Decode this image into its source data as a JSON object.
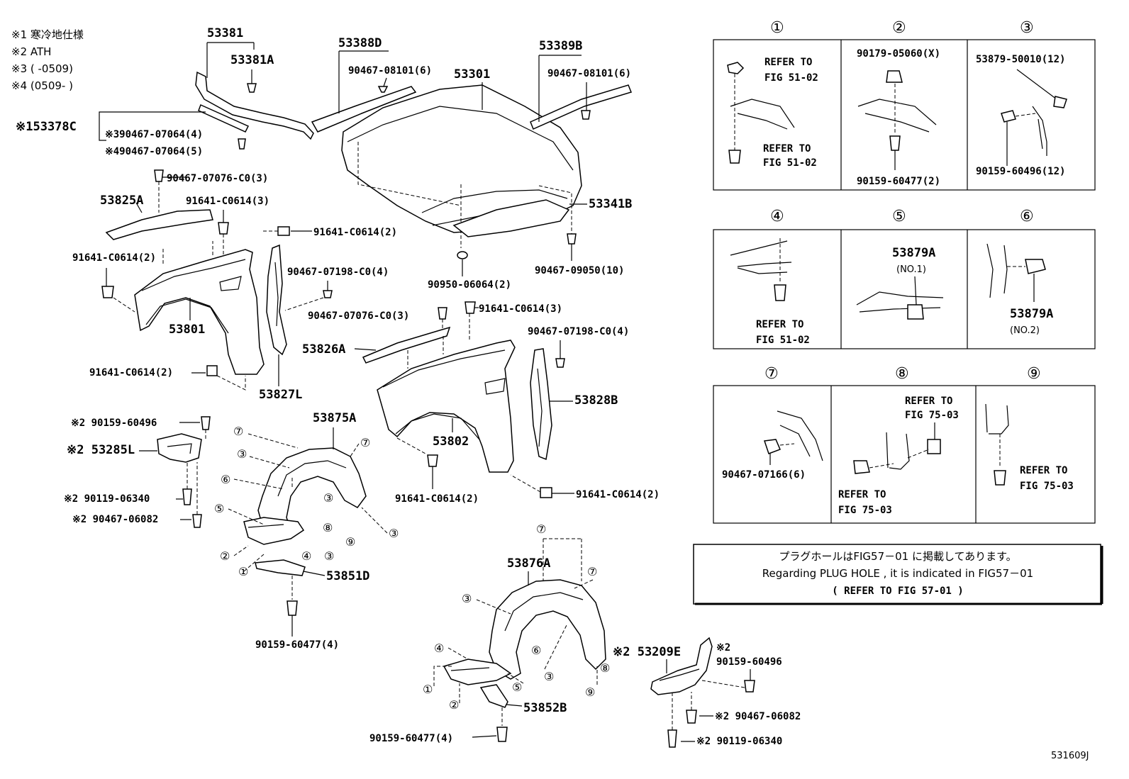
{
  "notes": [
    "※1 寒冷地仕様",
    "※2 ATH",
    "※3 (      -0509)",
    "※4 (0509-      )"
  ],
  "parts": {
    "p53381": "53381",
    "p53381A": "53381A",
    "p53378C": "※153378C",
    "p90467_07064_4": "※390467-07064(4)",
    "p90467_07064_5": "※490467-07064(5)",
    "p53388D": "53388D",
    "p90467_08101_a": "90467-08101(6)",
    "p53301": "53301",
    "p53389B": "53389B",
    "p90467_08101_b": "90467-08101(6)",
    "p90467_07076_C0_3a": "90467-07076-C0(3)",
    "p53825A": "53825A",
    "p91641_C0614_3a": "91641-C0614(3)",
    "p91641_C0614_2a": "91641-C0614(2)",
    "p53341B": "53341B",
    "p91641_C0614_2b": "91641-C0614(2)",
    "p90467_07198_C0_4a": "90467-07198-C0(4)",
    "p90467_09050": "90467-09050(10)",
    "p90950_06064": "90950-06064(2)",
    "p90467_07076_C0_3b": "90467-07076-C0(3)",
    "p91641_C0614_3b": "91641-C0614(3)",
    "p53801": "53801",
    "p90467_07198_C0_4b": "90467-07198-C0(4)",
    "p53826A": "53826A",
    "p91641_C0614_2c": "91641-C0614(2)",
    "p53827L": "53827L",
    "p53828B": "53828B",
    "p90159_60496_a": "※2 90159-60496",
    "p53875A": "53875A",
    "p53285L": "※2 53285L",
    "p53802": "53802",
    "p91641_C0614_2d": "91641-C0614(2)",
    "p91641_C0614_2e": "91641-C0614(2)",
    "p90119_06340_a": "※2 90119-06340",
    "p90467_06082_a": "※2 90467-06082",
    "p53851D": "53851D",
    "p90159_60477_a": "90159-60477(4)",
    "p53876A": "53876A",
    "p53209E": "※2 53209E",
    "p90159_60496_b1": "※2",
    "p90159_60496_b2": "90159-60496",
    "p53852B": "53852B",
    "p90467_06082_b": "※2 90467-06082",
    "p90159_60477_b": "90159-60477(4)",
    "p90119_06340_b": "※2 90119-06340"
  },
  "circled": {
    "c7": "⑦",
    "c3": "③",
    "c6": "⑥",
    "c5": "⑤",
    "c2": "②",
    "c1": "①",
    "c4": "④",
    "c8": "⑧",
    "c9": "⑨"
  },
  "details": {
    "d1": {
      "num": "①",
      "line1": "REFER TO",
      "line2": "FIG 51-02",
      "line3": "REFER TO",
      "line4": "FIG 51-02"
    },
    "d2": {
      "num": "②",
      "top": "90179-05060(X)",
      "bottom": "90159-60477(2)"
    },
    "d3": {
      "num": "③",
      "top": "53879-50010(12)",
      "bottom": "90159-60496(12)"
    },
    "d4": {
      "num": "④",
      "line1": "REFER TO",
      "line2": "FIG 51-02"
    },
    "d5": {
      "num": "⑤",
      "part": "53879A",
      "sub": "(NO.1)"
    },
    "d6": {
      "num": "⑥",
      "part": "53879A",
      "sub": "(NO.2)"
    },
    "d7": {
      "num": "⑦",
      "part": "90467-07166(6)"
    },
    "d8": {
      "num": "⑧",
      "line1": "REFER TO",
      "line2": "FIG 75-03",
      "line3": "REFER TO",
      "line4": "FIG 75-03"
    },
    "d9": {
      "num": "⑨",
      "line1": "REFER TO",
      "line2": "FIG 75-03"
    }
  },
  "plug_note": {
    "jp": "プラグホールはFIG57－01 に掲載してあります。",
    "en": "Regarding PLUG HOLE , it is indicated in FIG57－01",
    "ref": "(     REFER TO FIG 57-01     )"
  },
  "fig_code": "531609J"
}
